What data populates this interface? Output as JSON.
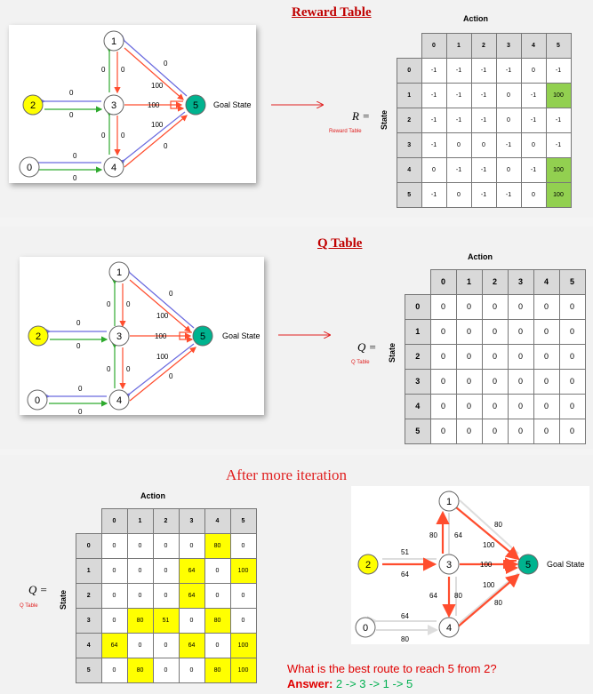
{
  "section1": {
    "title": "Reward Table",
    "matrix_symbol": "R =",
    "matrix_caption": "Reward Table",
    "action_label": "Action",
    "state_label": "State",
    "columns": [
      "0",
      "1",
      "2",
      "3",
      "4",
      "5"
    ],
    "rows": [
      {
        "state": "0",
        "cells": [
          "-1",
          "-1",
          "-1",
          "-1",
          "0",
          "-1"
        ]
      },
      {
        "state": "1",
        "cells": [
          "-1",
          "-1",
          "-1",
          "0",
          "-1",
          "100"
        ]
      },
      {
        "state": "2",
        "cells": [
          "-1",
          "-1",
          "-1",
          "0",
          "-1",
          "-1"
        ]
      },
      {
        "state": "3",
        "cells": [
          "-1",
          "0",
          "0",
          "-1",
          "0",
          "-1"
        ]
      },
      {
        "state": "4",
        "cells": [
          "0",
          "-1",
          "-1",
          "0",
          "-1",
          "100"
        ]
      },
      {
        "state": "5",
        "cells": [
          "-1",
          "0",
          "-1",
          "-1",
          "0",
          "100"
        ]
      }
    ],
    "highlight_color": "#92d050",
    "graph": {
      "nodes": [
        "1",
        "2",
        "3",
        "0",
        "4",
        "5"
      ],
      "goal_label": "Goal State",
      "edge_labels": [
        "0",
        "0",
        "0",
        "100",
        "0",
        "0",
        "100",
        "0",
        "0",
        "100",
        "0",
        "0",
        "0"
      ]
    }
  },
  "section2": {
    "title": "Q Table",
    "matrix_symbol": "Q =",
    "matrix_caption": "Q Table",
    "action_label": "Action",
    "state_label": "State",
    "columns": [
      "0",
      "1",
      "2",
      "3",
      "4",
      "5"
    ],
    "rows": [
      {
        "state": "0",
        "cells": [
          "0",
          "0",
          "0",
          "0",
          "0",
          "0"
        ]
      },
      {
        "state": "1",
        "cells": [
          "0",
          "0",
          "0",
          "0",
          "0",
          "0"
        ]
      },
      {
        "state": "2",
        "cells": [
          "0",
          "0",
          "0",
          "0",
          "0",
          "0"
        ]
      },
      {
        "state": "3",
        "cells": [
          "0",
          "0",
          "0",
          "0",
          "0",
          "0"
        ]
      },
      {
        "state": "4",
        "cells": [
          "0",
          "0",
          "0",
          "0",
          "0",
          "0"
        ]
      },
      {
        "state": "5",
        "cells": [
          "0",
          "0",
          "0",
          "0",
          "0",
          "0"
        ]
      }
    ],
    "graph": {
      "nodes": [
        "1",
        "2",
        "3",
        "0",
        "4",
        "5"
      ],
      "goal_label": "Goal State",
      "edge_labels": [
        "0",
        "0",
        "0",
        "100",
        "0",
        "0",
        "100",
        "0",
        "0",
        "100",
        "0",
        "0",
        "0"
      ]
    }
  },
  "section3": {
    "title": "After more iteration",
    "matrix_symbol": "Q =",
    "matrix_caption": "Q Table",
    "action_label": "Action",
    "state_label": "State",
    "columns": [
      "0",
      "1",
      "2",
      "3",
      "4",
      "5"
    ],
    "rows": [
      {
        "state": "0",
        "cells": [
          "0",
          "0",
          "0",
          "0",
          "80",
          "0"
        ]
      },
      {
        "state": "1",
        "cells": [
          "0",
          "0",
          "0",
          "64",
          "0",
          "100"
        ]
      },
      {
        "state": "2",
        "cells": [
          "0",
          "0",
          "0",
          "64",
          "0",
          "0"
        ]
      },
      {
        "state": "3",
        "cells": [
          "0",
          "80",
          "51",
          "0",
          "80",
          "0"
        ]
      },
      {
        "state": "4",
        "cells": [
          "64",
          "0",
          "0",
          "64",
          "0",
          "100"
        ]
      },
      {
        "state": "5",
        "cells": [
          "0",
          "80",
          "0",
          "0",
          "80",
          "100"
        ]
      }
    ],
    "highlight_color": "#ffff00",
    "graph": {
      "nodes": [
        "1",
        "2",
        "3",
        "0",
        "4",
        "5"
      ],
      "goal_label": "Goal State",
      "edge_labels": [
        "80",
        "80",
        "64",
        "100",
        "51",
        "64",
        "100",
        "64",
        "80",
        "100",
        "80",
        "64",
        "80"
      ]
    },
    "question": "What is the best route to reach 5 from 2?",
    "answer_label": "Answer:",
    "answer_route": "2 -> 3 -> 1 -> 5",
    "answer_color": "#00b050"
  },
  "colors": {
    "title_red": "#c00000",
    "node_yellow": "#ffff00",
    "node_goal": "#00b38f",
    "edge_red": "#ff4d2e",
    "edge_blue": "#6a6adf",
    "edge_green": "#2eaa2e"
  }
}
